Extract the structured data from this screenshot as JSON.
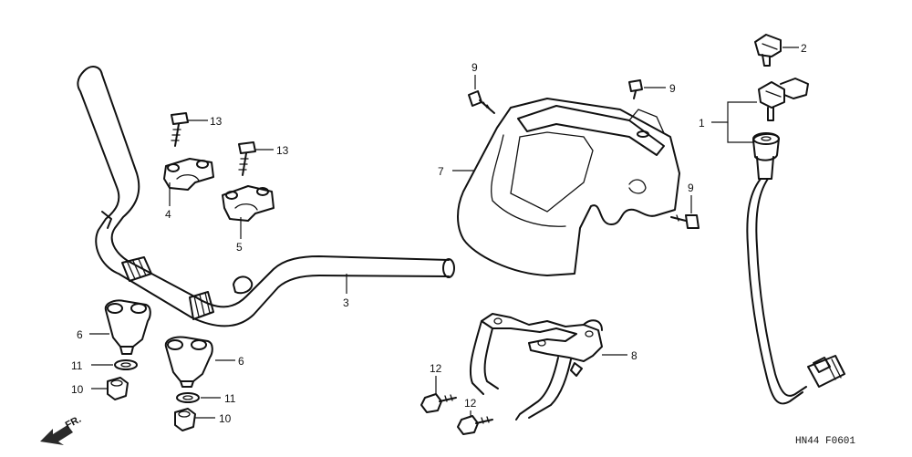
{
  "callouts": [
    {
      "id": "c1",
      "text": "1"
    },
    {
      "id": "c2",
      "text": "2"
    },
    {
      "id": "c3",
      "text": "3"
    },
    {
      "id": "c4",
      "text": "4"
    },
    {
      "id": "c5",
      "text": "5"
    },
    {
      "id": "c6a",
      "text": "6"
    },
    {
      "id": "c6b",
      "text": "6"
    },
    {
      "id": "c7",
      "text": "7"
    },
    {
      "id": "c8",
      "text": "8"
    },
    {
      "id": "c9a",
      "text": "9"
    },
    {
      "id": "c9b",
      "text": "9"
    },
    {
      "id": "c9c",
      "text": "9"
    },
    {
      "id": "c10a",
      "text": "10"
    },
    {
      "id": "c10b",
      "text": "10"
    },
    {
      "id": "c11a",
      "text": "11"
    },
    {
      "id": "c11b",
      "text": "11"
    },
    {
      "id": "c12a",
      "text": "12"
    },
    {
      "id": "c12b",
      "text": "12"
    },
    {
      "id": "c13a",
      "text": "13"
    },
    {
      "id": "c13b",
      "text": "13"
    }
  ],
  "direction_label": "FR.",
  "diagram_code": "HN44  F0601"
}
